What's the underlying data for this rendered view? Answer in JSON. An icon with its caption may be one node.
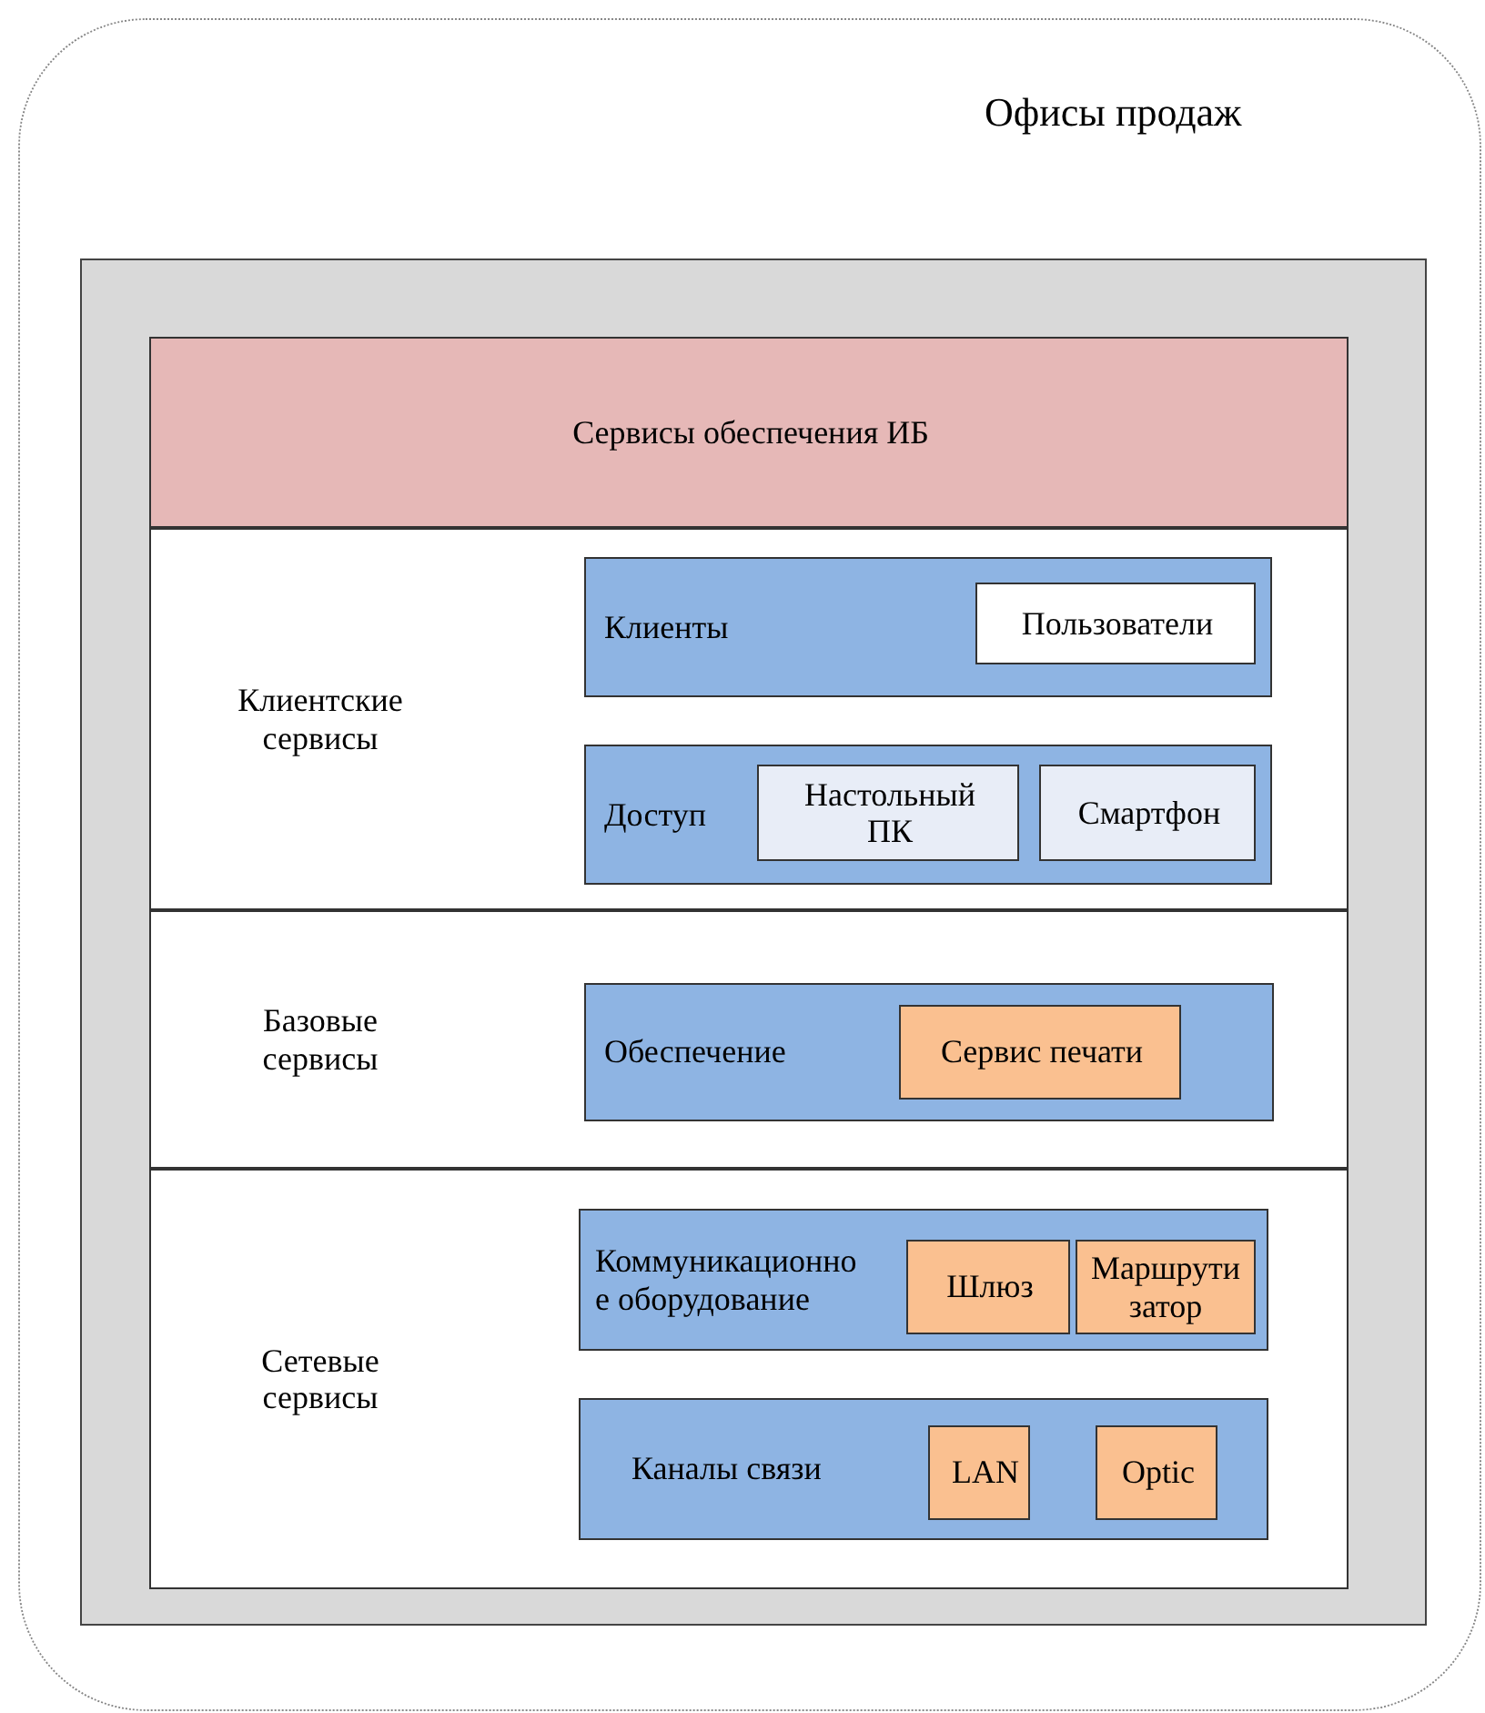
{
  "diagram": {
    "nodes": [
      {
        "text": [
          "Офисы продаж"
        ]
      },
      {
        "text": [],
        "shape": "box",
        "in": 0
      },
      {
        "text": [
          "Сервисы обеспечения ИБ"
        ],
        "in": 1
      },
      {
        "text": [
          "Клиентские сервисы"
        ],
        "in": 1
      },
      {
        "text": [
          "Клиенты"
        ],
        "in": 3
      },
      {
        "text": [
          "Пользователи"
        ],
        "in": 4
      },
      {
        "text": [
          "Доступ"
        ],
        "in": 3
      },
      {
        "text": [
          "Настольный ПК"
        ],
        "in": 6
      },
      {
        "text": [
          "Смартфон"
        ],
        "in": 6
      },
      {
        "text": [
          "Базовые сервисы"
        ],
        "in": 1
      },
      {
        "text": [
          "Обеспечение"
        ],
        "in": 9
      },
      {
        "text": [
          "Сервис печати"
        ],
        "in": 10
      },
      {
        "text": [
          "Сетевые сервисы"
        ],
        "in": 1
      },
      {
        "text": [
          "Коммуникационное оборудование"
        ],
        "in": 12
      },
      {
        "text": [
          "Шлюз"
        ],
        "in": 13
      },
      {
        "text": [
          "Маршрутизатор"
        ],
        "in": 13
      },
      {
        "text": [
          "Каналы связи"
        ],
        "in": 12
      },
      {
        "text": [
          "LAN"
        ],
        "in": 16
      },
      {
        "text": [
          "Optic"
        ],
        "in": 16
      }
    ]
  }
}
